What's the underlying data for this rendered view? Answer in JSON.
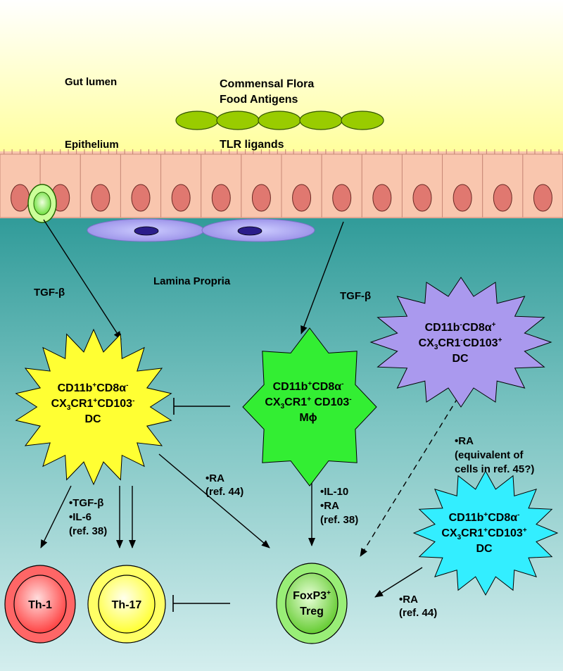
{
  "regions": {
    "gut_lumen": "Gut lumen",
    "epithelium": "Epithelium",
    "lamina_propria": "Lamina Propria"
  },
  "lumen_content": {
    "line1": "Commensal Flora",
    "line2": "Food Antigens",
    "tlr": "TLR ligands"
  },
  "signals": {
    "tgfb_left": "TGF-β",
    "tgfb_right": "TGF-β",
    "dc1_to_treg": [
      "•RA",
      "(ref. 44)"
    ],
    "mphi_to_treg": [
      "•IL-10",
      "•RA",
      "(ref. 38)"
    ],
    "dc3_to_treg": [
      "•RA",
      "(equivalent of",
      "cells in ref. 45?)"
    ],
    "dc1_to_th": [
      "•TGF-β",
      "•IL-6",
      "(ref. 38)"
    ],
    "dc2_to_treg": [
      "•RA",
      "(ref. 44)"
    ]
  },
  "cells": {
    "dc_yellow": {
      "line1_a": "CD11b",
      "line1_a_sup": "+",
      "line1_b": "CD8α",
      "line1_b_sup": "-",
      "line2_a": "CX",
      "line2_a_sub": "3",
      "line2_b": "CR1",
      "line2_b_sup": "+",
      "line2_c": "CD103",
      "line2_c_sup": "-",
      "line3": "DC"
    },
    "mphi_green": {
      "line1_a": "CD11b",
      "line1_a_sup": "+",
      "line1_b": "CD8α",
      "line1_b_sup": "-",
      "line2_a": "CX",
      "line2_a_sub": "3",
      "line2_b": "CR1",
      "line2_b_sup": "+",
      "line2_c": " CD103",
      "line2_c_sup": "-",
      "line3": "Mϕ"
    },
    "dc_purple": {
      "line1_a": "CD11b",
      "line1_a_sup": "-",
      "line1_b": "CD8α",
      "line1_b_sup": "+",
      "line2_a": "CX",
      "line2_a_sub": "3",
      "line2_b": "CR1",
      "line2_b_sup": "-",
      "line2_c": "CD103",
      "line2_c_sup": "+",
      "line3": "DC"
    },
    "dc_cyan": {
      "line1_a": "CD11b",
      "line1_a_sup": "+",
      "line1_b": "CD8α",
      "line1_b_sup": "-",
      "line2_a": "CX",
      "line2_a_sub": "3",
      "line2_b": "CR1",
      "line2_b_sup": "+",
      "line2_c": "CD103",
      "line2_c_sup": "+",
      "line3": "DC"
    },
    "th1": "Th-1",
    "th17": "Th-17",
    "treg_a": "FoxP3",
    "treg_sup": "+",
    "treg_b": "Treg"
  },
  "colors": {
    "lumen_top": "#ffffff",
    "lumen_bottom": "#ffff99",
    "epithelial_cell": "#f8c8b0",
    "nucleus": "#e07870",
    "lamina_top": "#2e9a98",
    "lamina_bottom": "#d0ecec",
    "food_antigen": "#99cc00",
    "dc_yellow": "#ffff33",
    "mphi_green": "#33ee33",
    "dc_purple": "#aa99ee",
    "dc_cyan": "#33eeff",
    "th1": "#ff5555",
    "th17": "#ffff55",
    "treg": "#77dd55"
  }
}
